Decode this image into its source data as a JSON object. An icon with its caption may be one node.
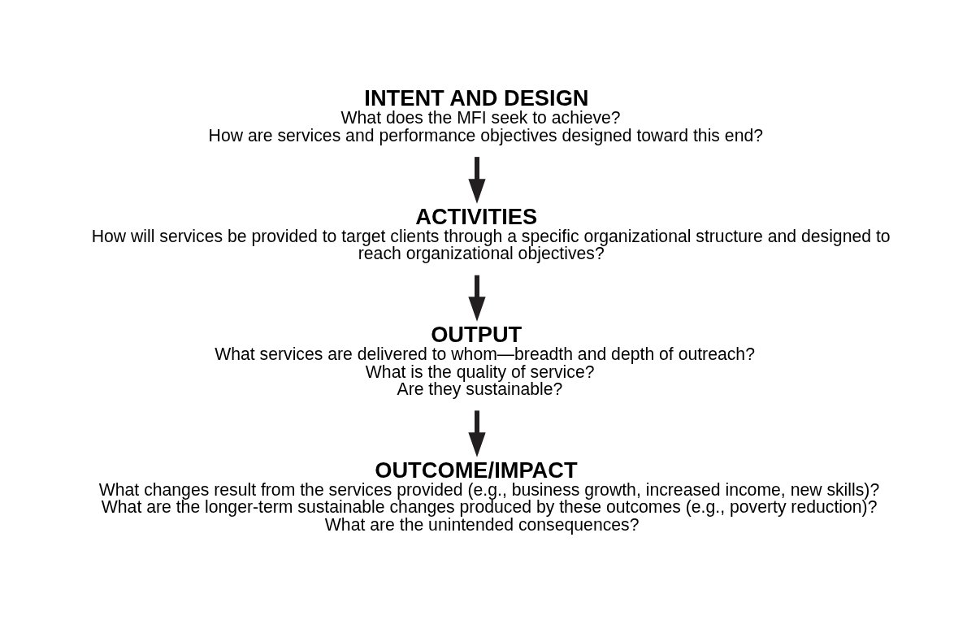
{
  "diagram": {
    "nodes": [
      {
        "text": [
          "INTENT AND DESIGN",
          "What does the MFI seek to achieve?",
          "How are services and performance objectives designed toward this end?"
        ]
      },
      {
        "text": [
          "ACTIVITIES",
          "How will services be provided to target clients through a specific organizational structure and designed to reach organizational objectives?"
        ]
      },
      {
        "text": [
          "OUTPUT",
          "What services are delivered to whom—breadth and depth of outreach?",
          "What is the quality of service?",
          "Are they sustainable?"
        ]
      },
      {
        "text": [
          "OUTCOME/IMPACT",
          "What changes result from the services provided (e.g., business growth, increased income, new skills)?",
          "What are the longer-term sustainable changes produced by these outcomes (e.g., poverty reduction)?",
          "What are the unintended consequences?"
        ]
      }
    ],
    "edges": [
      {
        "from": 0,
        "to": 1,
        "arrow": "to"
      },
      {
        "from": 1,
        "to": 2,
        "arrow": "to"
      },
      {
        "from": 2,
        "to": 3,
        "arrow": "to"
      }
    ]
  }
}
